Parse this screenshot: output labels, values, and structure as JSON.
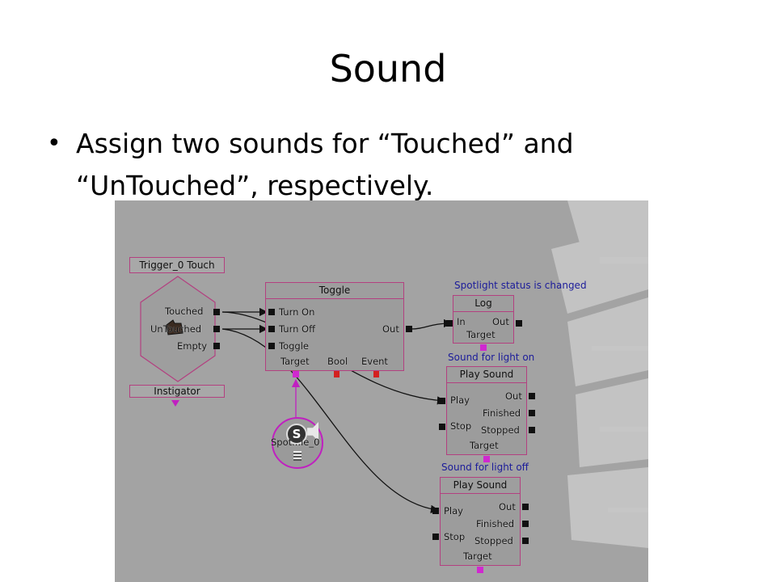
{
  "slide": {
    "title": "Sound",
    "bullet": "Assign two sounds for “Touched” and “UnTouched”, respectively."
  },
  "kismet": {
    "trigger": {
      "header": "Trigger_0 Touch",
      "outputs": [
        "Touched",
        "UnTouched",
        "Empty"
      ],
      "footer": "Instigator"
    },
    "toggle": {
      "title": "Toggle",
      "inputs": [
        "Turn On",
        "Turn Off",
        "Toggle"
      ],
      "output": "Out",
      "vars": [
        "Target",
        "Bool",
        "Event"
      ]
    },
    "log": {
      "comment": "Spotlight status is changed",
      "title": "Log",
      "input": "In",
      "output": "Out",
      "var": "Target"
    },
    "spotlight": {
      "glyph": "S",
      "label": "Spot...le_0"
    },
    "play_sound_on": {
      "comment": "Sound for light on",
      "title": "Play Sound",
      "inputs": [
        "Play",
        "Stop"
      ],
      "outputs": [
        "Out",
        "Finished",
        "Stopped"
      ],
      "var": "Target"
    },
    "play_sound_off": {
      "comment": "Sound for light off",
      "title": "Play Sound",
      "inputs": [
        "Play",
        "Stop"
      ],
      "outputs": [
        "Out",
        "Finished",
        "Stopped"
      ],
      "var": "Target"
    },
    "colors": {
      "canvas": "#a3a3a3",
      "node_border": "#b34080",
      "comment_text": "#1c1c9a",
      "variable_pin": "#d42020",
      "object_pin": "#d028d0"
    }
  }
}
